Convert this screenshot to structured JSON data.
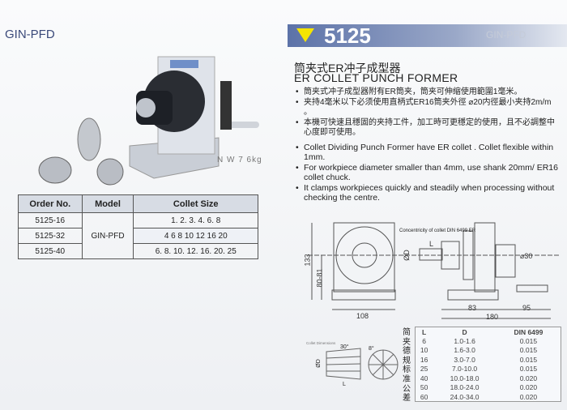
{
  "model_label": "GIN-PFD",
  "net_weight": "N W  7 6kg",
  "order_table": {
    "headers": [
      "Order No.",
      "Model",
      "Collet Size"
    ],
    "model": "GIN-PFD",
    "rows": [
      {
        "order": "5125-16",
        "sizes": "1. 2. 3. 4. 6. 8"
      },
      {
        "order": "5125-32",
        "sizes": "4  6  8  10  12  16  20"
      },
      {
        "order": "5125-40",
        "sizes": "6. 8. 10. 12. 16. 20. 25"
      }
    ]
  },
  "header": {
    "number": "5125",
    "ghost": "GIN-PFD"
  },
  "title_cn": "筒夹式ER冲子成型器",
  "title_en": "ER COLLET PUNCH FORMER",
  "bullets_cn": [
    "筒夹式冲子成型器附有ER筒夹，筒夹可伸缩使用範圍1毫米。",
    "夹持4毫米以下必须使用直柄式ER16筒夹外徑 ⌀20内徑最小夹持2m/m 。",
    "本機可快速且穩固的夹持工件，加工時可更穩定的使用，且不必調整中心度即可使用。"
  ],
  "bullets_en": [
    "Collet Dividing Punch Former have  ER collet  . Collet flexible within 1mm.",
    "For workpiece diameter smaller than 4mm, use shank 20mm/ ER16 collet chuck.",
    "It clamps workpieces quickly and steadily when processing without checking the centre."
  ],
  "drawing": {
    "h133": "133",
    "h80": "80-81",
    "w108": "108",
    "conc": "Concentricity of collet DIN 6499  ER",
    "L": "L",
    "od": "ØD",
    "d30": "⌀30",
    "w83": "83",
    "w180": "180",
    "w95": "95"
  },
  "collet_drawing": {
    "title": "Collet Dimensions",
    "a30": "30°",
    "a8": "8°",
    "od": "ØD",
    "L": "L"
  },
  "tolerance": {
    "side_label": [
      "简",
      "夹",
      "德",
      "规",
      "标",
      "准",
      "公",
      "差"
    ],
    "headers": [
      "L",
      "D",
      "DIN 6499"
    ],
    "rows": [
      [
        "6",
        "1.0-1.6",
        "0.015"
      ],
      [
        "10",
        "1.6-3.0",
        "0.015"
      ],
      [
        "16",
        "3.0-7.0",
        "0.015"
      ],
      [
        "25",
        "7.0-10.0",
        "0.015"
      ],
      [
        "40",
        "10.0-18.0",
        "0.020"
      ],
      [
        "50",
        "18.0-24.0",
        "0.020"
      ],
      [
        "60",
        "24.0-34.0",
        "0.020"
      ]
    ]
  }
}
